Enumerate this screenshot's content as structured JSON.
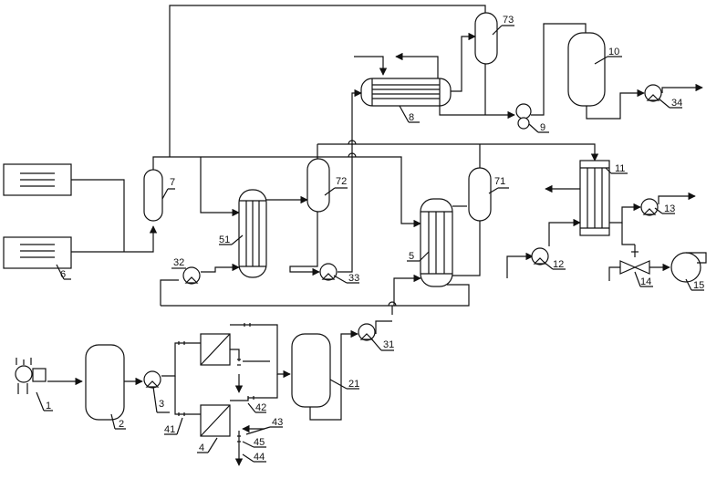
{
  "labels": {
    "raw_feed_pump": "1",
    "feed_tank": "2",
    "feed_pump": "3",
    "membrane_unit": "4",
    "valve_41": "41",
    "valve_42": "42",
    "line_43": "43",
    "valve_44": "44",
    "valve_45": "45",
    "reactor_5": "5",
    "reactor_51": "51",
    "source_6": "6",
    "separator_7": "7",
    "separator_71": "71",
    "separator_72": "72",
    "separator_73": "73",
    "exchanger_8": "8",
    "pump_9": "9",
    "tank_10": "10",
    "exchanger_11": "11",
    "pump_12": "12",
    "pump_13": "13",
    "valve_14": "14",
    "compressor_15": "15",
    "tank_21": "21",
    "pump_31": "31",
    "pump_32": "32",
    "pump_33": "33",
    "pump_34": "34"
  }
}
